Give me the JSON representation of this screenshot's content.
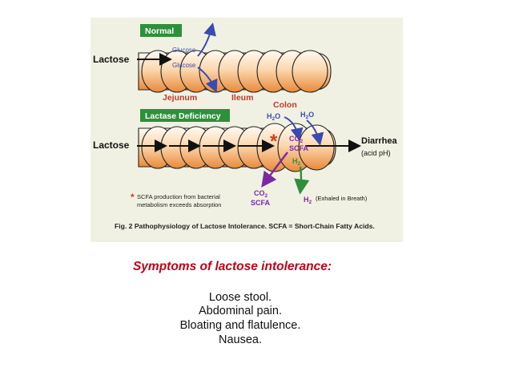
{
  "figure": {
    "normal_label": "Normal",
    "deficiency_label": "Lactase Deficiency",
    "lactose_label": "Lactose",
    "glucose_label": "Glucose",
    "jejunum_label": "Jejunum",
    "ileum_label": "Ileum",
    "colon_label": "Colon",
    "h2o_label": "H",
    "h2o_sub": "2",
    "h2o_suffix": "O",
    "co2_label": "CO",
    "co2_sub": "2",
    "scfa_label": "SCFA",
    "h2_label": "H",
    "h2_sub": "2",
    "exhaled_label": "(Exhaled in Breath)",
    "diarrhea_label": "Diarrhea",
    "acid_ph_label": "(acid pH)",
    "asterisk": "*",
    "footnote_line1": "SCFA production from bacterial",
    "footnote_line2": "metabolism exceeds absorption",
    "caption": "Fig. 2 Pathophysiology of Lactose Intolerance.  SCFA = Short-Chain Fatty Acids."
  },
  "symptoms": {
    "title": "Symptoms of lactose intolerance:",
    "items": [
      "Loose stool.",
      "Abdominal pain.",
      "Bloating and flatulence.",
      "Nausea."
    ]
  },
  "colors": {
    "background": "#f1f1e3",
    "green_label": "#2f8f3b",
    "intestine_orange": "#f0a35a",
    "arrow_blue": "#3a4bb0",
    "purple": "#7a2aa0",
    "asterisk_red": "#d23c1a",
    "symptom_title": "#c0001c"
  }
}
